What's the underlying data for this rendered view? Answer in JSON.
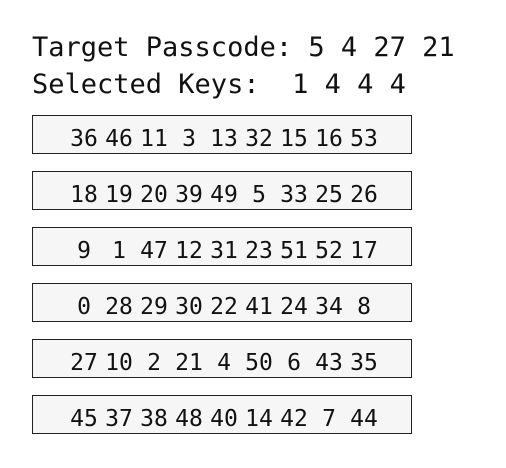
{
  "header": {
    "target_label": "Target Passcode:",
    "target_value": "5 4 27 21",
    "selected_label": "Selected Keys:",
    "selected_value": "1 4 4 4"
  },
  "keypad": {
    "rows": [
      [
        "36",
        "46",
        "11",
        "3",
        "13",
        "32",
        "15",
        "16",
        "53"
      ],
      [
        "18",
        "19",
        "20",
        "39",
        "49",
        "5",
        "33",
        "25",
        "26"
      ],
      [
        "9",
        "1",
        "47",
        "12",
        "31",
        "23",
        "51",
        "52",
        "17"
      ],
      [
        "0",
        "28",
        "29",
        "30",
        "22",
        "41",
        "24",
        "34",
        "8"
      ],
      [
        "27",
        "10",
        "2",
        "21",
        "4",
        "50",
        "6",
        "43",
        "35"
      ],
      [
        "45",
        "37",
        "38",
        "48",
        "40",
        "14",
        "42",
        "7",
        "44"
      ]
    ]
  }
}
